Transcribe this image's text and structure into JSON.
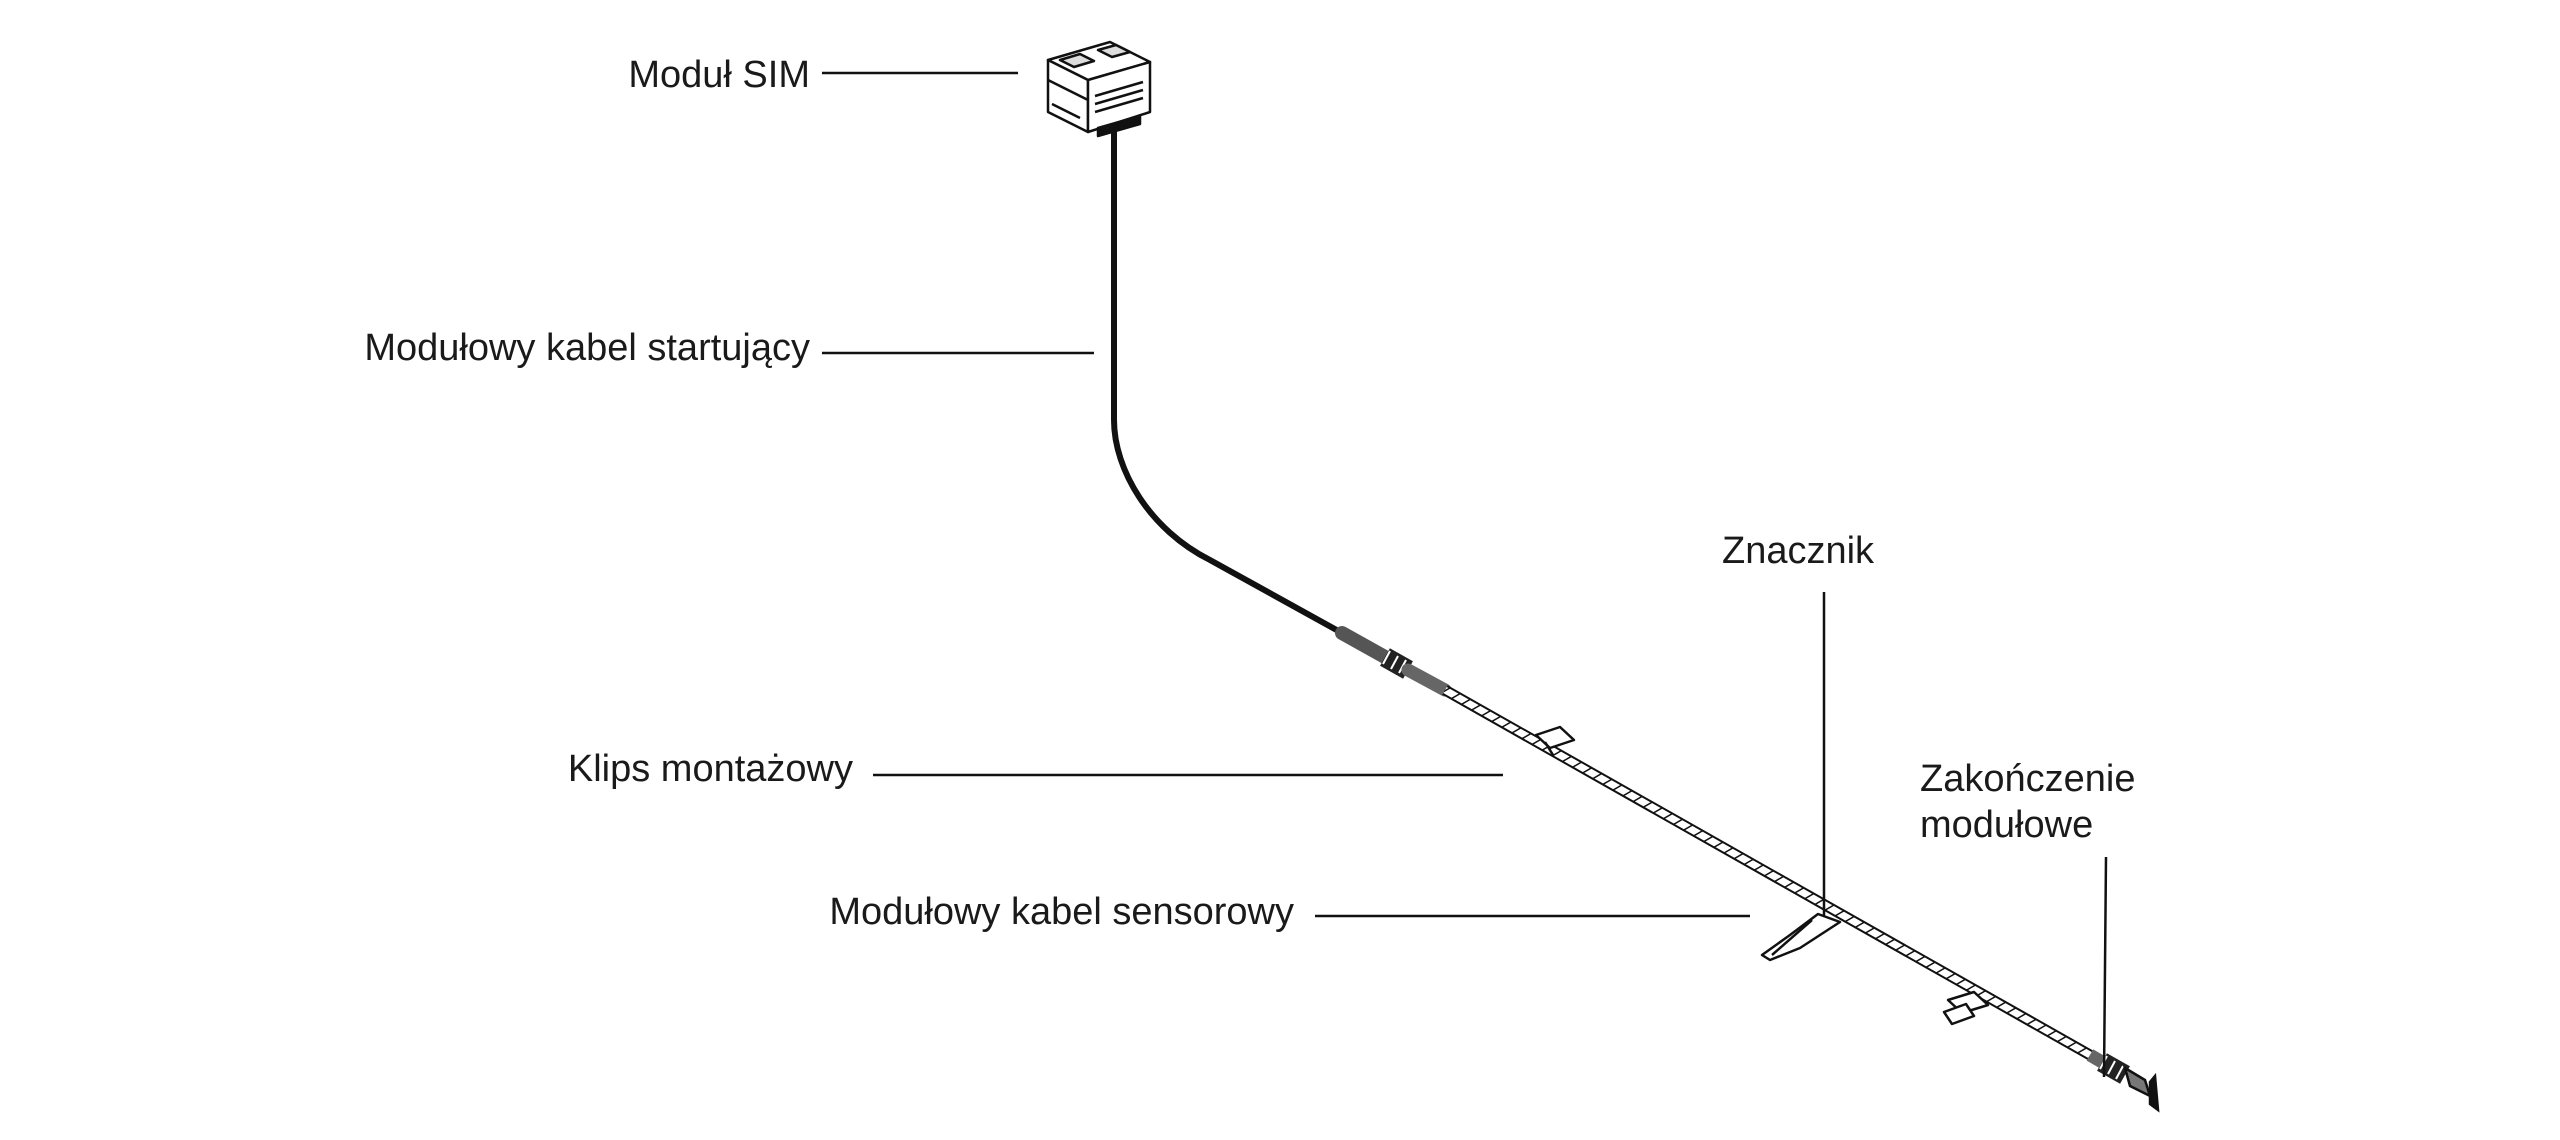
{
  "diagram": {
    "labels": {
      "sim_module": "Moduł SIM",
      "start_cable": "Modułowy kabel startujący",
      "marker": "Znacznik",
      "mounting_clip": "Klips montażowy",
      "end_termination_line1": "Zakończenie",
      "end_termination_line2": "modułowe",
      "sensor_cable": "Modułowy kabel sensorowy"
    },
    "colors": {
      "line": "#111111",
      "text": "#1a1a1a",
      "background": "#ffffff"
    }
  }
}
